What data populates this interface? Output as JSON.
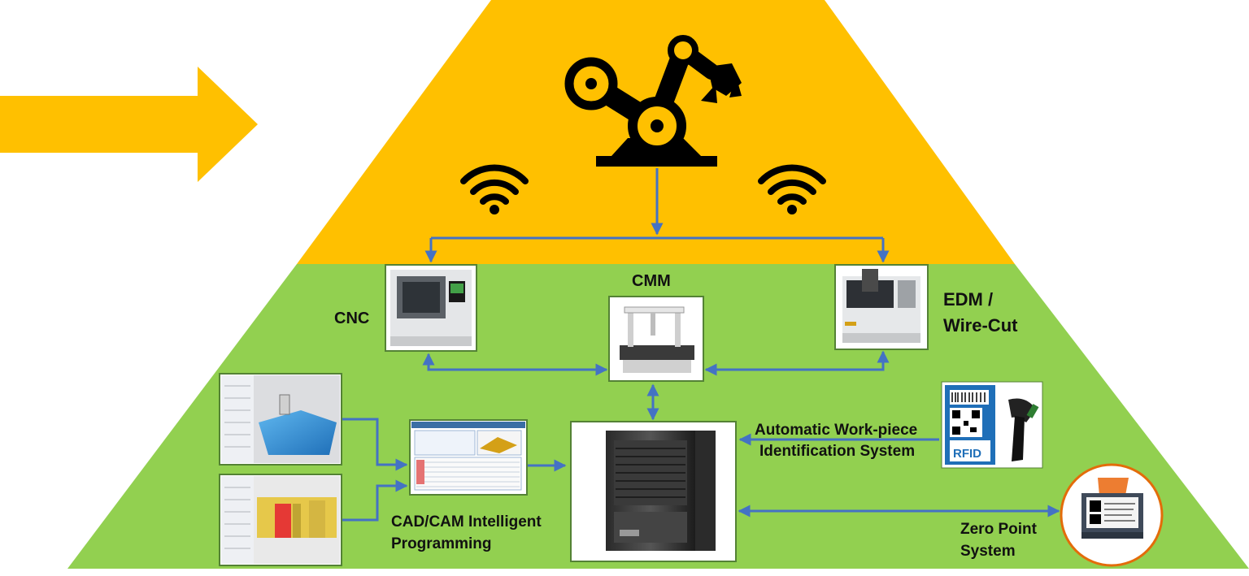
{
  "colors": {
    "top_layer": "#FFC000",
    "bottom_layer": "#92D050",
    "connector": "#4472C4",
    "arrow": "#FFC000",
    "frame_border": "#548235"
  },
  "icons": {
    "robot": "robot-arm-icon",
    "wireless": "wifi-icon",
    "server": "server-tower-icon",
    "scanner": "barcode-scanner-icon",
    "rfid": "rfid-tag-icon",
    "printer": "label-printer-icon"
  },
  "labels": {
    "cmm": "CMM",
    "cnc": "CNC",
    "edm_line1": "EDM /",
    "edm_line2": "Wire-Cut",
    "auto_id_line1": "Automatic Work-piece",
    "auto_id_line2": "Identification System",
    "cadcam_line1": "CAD/CAM Intelligent",
    "cadcam_line2": "Programming",
    "zero_line1": "Zero Point",
    "zero_line2": "System",
    "rfid_text": "RFID"
  }
}
